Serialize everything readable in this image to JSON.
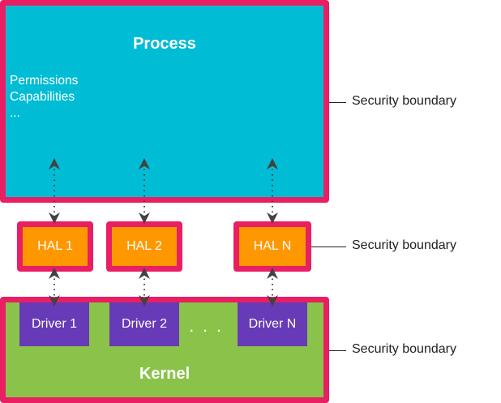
{
  "colors": {
    "boundary": "#E91E63",
    "process_fill": "#00BCD4",
    "hal_fill": "#FF9800",
    "kernel_fill": "#8BC34A",
    "driver_fill": "#673AB7",
    "arrow": "#424242",
    "text_light": "#FFFFFF",
    "text_dark": "#212121"
  },
  "process": {
    "title": "Process",
    "items": [
      "Permissions",
      "Capabilities",
      "..."
    ]
  },
  "hals": [
    {
      "label": "HAL 1"
    },
    {
      "label": "HAL 2"
    },
    {
      "label": "HAL N"
    }
  ],
  "kernel": {
    "title": "Kernel",
    "drivers": [
      {
        "label": "Driver 1"
      },
      {
        "label": "Driver 2"
      },
      {
        "label": "Driver N"
      }
    ],
    "ellipsis": ". . ."
  },
  "annotations": [
    {
      "label": "Security boundary",
      "target": "process"
    },
    {
      "label": "Security boundary",
      "target": "hal"
    },
    {
      "label": "Security boundary",
      "target": "kernel"
    }
  ],
  "connections": [
    {
      "from": "Process",
      "to": "HAL 1",
      "style": "dotted",
      "direction": "bidirectional"
    },
    {
      "from": "Process",
      "to": "HAL 2",
      "style": "dotted",
      "direction": "bidirectional"
    },
    {
      "from": "Process",
      "to": "HAL N",
      "style": "dotted",
      "direction": "bidirectional"
    },
    {
      "from": "HAL 1",
      "to": "Driver 1",
      "style": "dotted",
      "direction": "bidirectional"
    },
    {
      "from": "HAL 2",
      "to": "Driver 2",
      "style": "dotted",
      "direction": "bidirectional"
    },
    {
      "from": "HAL N",
      "to": "Driver N",
      "style": "dotted",
      "direction": "bidirectional"
    }
  ]
}
